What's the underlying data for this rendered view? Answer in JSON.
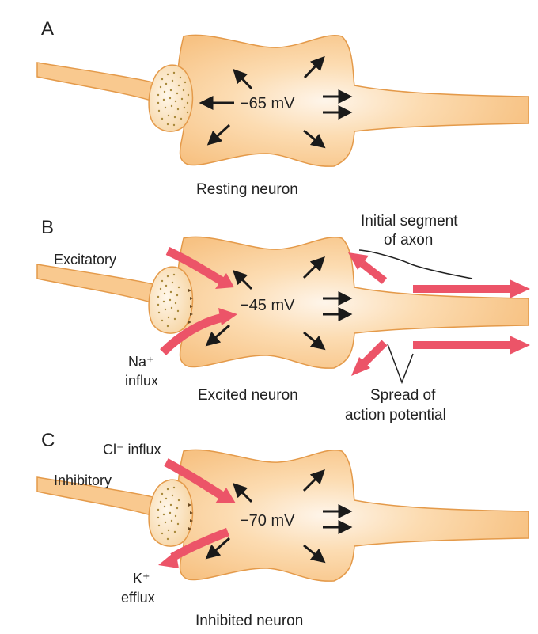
{
  "panels": [
    {
      "letter": "A",
      "voltage": "−65 mV",
      "caption": "Resting neuron"
    },
    {
      "letter": "B",
      "voltage": "−45 mV",
      "caption": "Excited neuron"
    },
    {
      "letter": "C",
      "voltage": "−70 mV",
      "caption": "Inhibited neuron"
    }
  ],
  "labels": {
    "excitatory": "Excitatory",
    "na_line1": "Na⁺",
    "na_line2": "influx",
    "initial_seg_line1": "Initial segment",
    "initial_seg_line2": "of axon",
    "spread_line1": "Spread of",
    "spread_line2": "action potential",
    "cl_influx": "Cl⁻ influx",
    "inhibitory": "Inhibitory",
    "k_line1": "K⁺",
    "k_line2": "efflux"
  },
  "colors": {
    "neuron_fill": "#f9c98f",
    "neuron_center": "#fdf1e2",
    "neuron_stroke": "#e49a4a",
    "ion_arrow": "#ec5468",
    "field_arrow": "#1a1a1a",
    "vesicle_dot": "#a8893b"
  }
}
